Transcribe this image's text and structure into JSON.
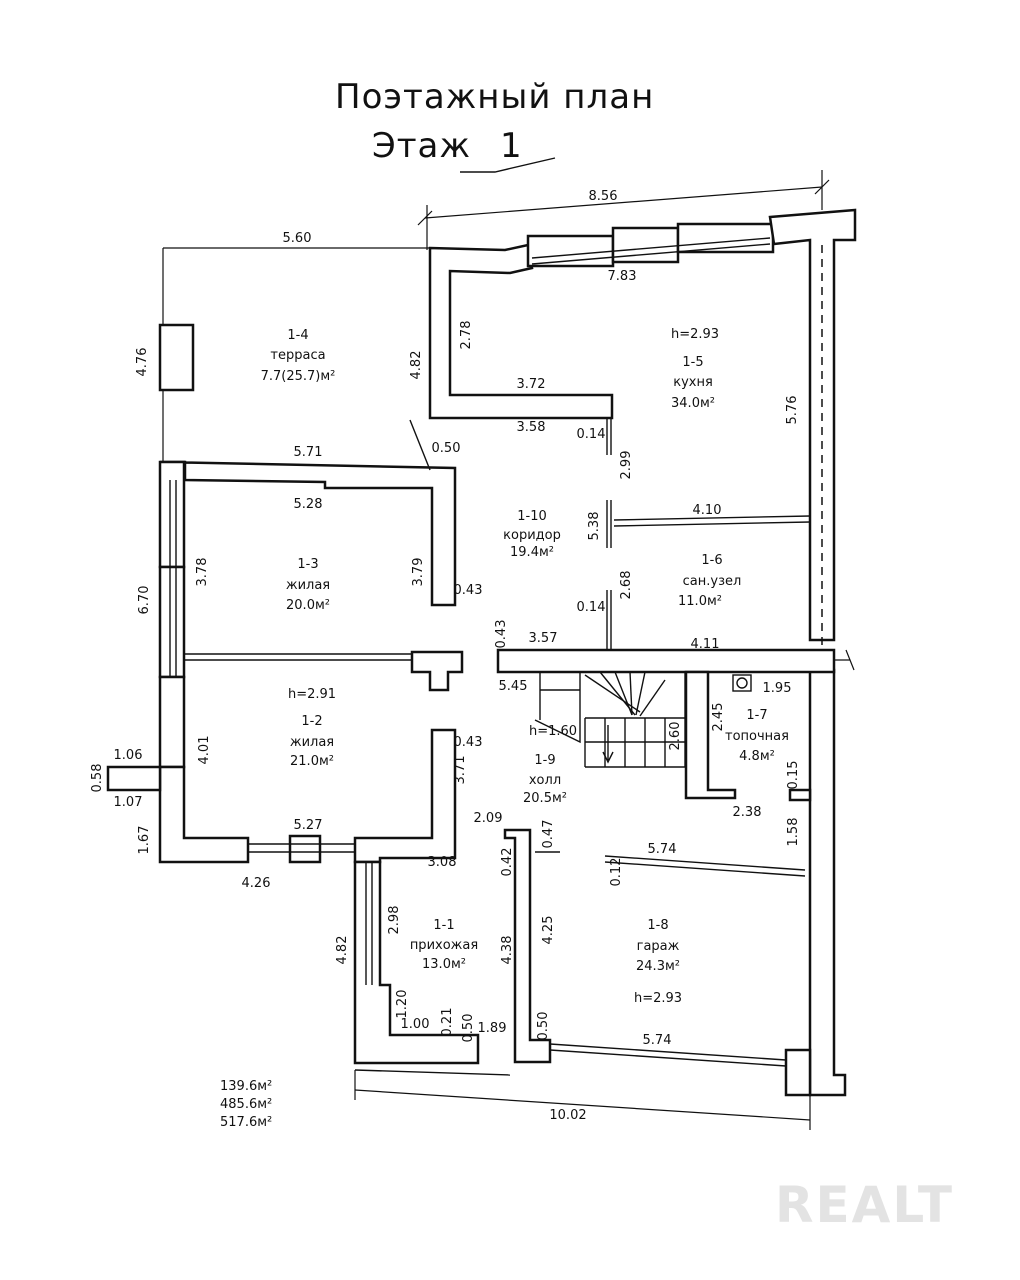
{
  "title": {
    "line1": "Поэтажный план",
    "line2": "Этаж",
    "floor": "1"
  },
  "rooms": [
    {
      "id": "1-4",
      "name": "терраса",
      "area": "7.7(25.7)м²"
    },
    {
      "id": "1-5",
      "name": "кухня",
      "area": "34.0м²",
      "h": "h=2.93"
    },
    {
      "id": "1-10",
      "name": "коридор",
      "area": "19.4м²"
    },
    {
      "id": "1-3",
      "name": "жилая",
      "area": "20.0м²"
    },
    {
      "id": "1-6",
      "name": "сан.узел",
      "area": "11.0м²"
    },
    {
      "id": "1-2",
      "name": "жилая",
      "area": "21.0м²",
      "h": "h=2.91"
    },
    {
      "id": "1-9",
      "name": "холл",
      "area": "20.5м²",
      "h": "h=1.60"
    },
    {
      "id": "1-7",
      "name": "топочная",
      "area": "4.8м²"
    },
    {
      "id": "1-1",
      "name": "прихожая",
      "area": "13.0м²"
    },
    {
      "id": "1-8",
      "name": "гараж",
      "area": "24.3м²",
      "h": "h=2.93"
    }
  ],
  "dimensions": [
    "8.56",
    "5.60",
    "7.83",
    "2.78",
    "4.82",
    "4.76",
    "3.72",
    "3.58",
    "0.14",
    "2.99",
    "5.76",
    "5.71",
    "0.50",
    "5.28",
    "5.38",
    "4.10",
    "3.78",
    "3.79",
    "0.43",
    "6.70",
    "2.68",
    "0.14",
    "0.43",
    "3.57",
    "4.11",
    "5.45",
    "1.95",
    "2.60",
    "2.45",
    "0.43",
    "4.01",
    "3.71",
    "0.15",
    "1.06",
    "0.58",
    "1.07",
    "2.38",
    "2.09",
    "0.47",
    "1.67",
    "5.27",
    "1.58",
    "5.74",
    "0.42",
    "3.08",
    "0.12",
    "4.26",
    "2.98",
    "4.25",
    "4.38",
    "4.82",
    "1.20",
    "1.00",
    "0.21",
    "0.50",
    "1.89",
    "0.50",
    "5.74",
    "10.02"
  ],
  "totals": [
    "139.6м²",
    "485.6м²",
    "517.6м²"
  ],
  "watermark": "REALT"
}
